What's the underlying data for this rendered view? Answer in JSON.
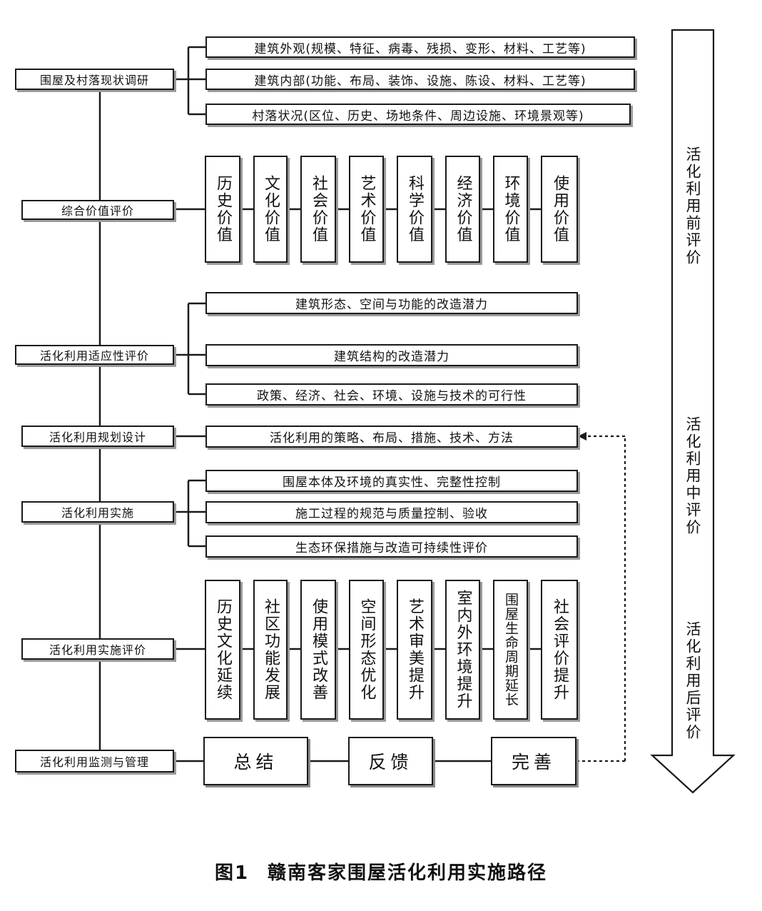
{
  "main_steps": [
    "围屋及村落现状调研",
    "综合价值评价",
    "活化利用适应性评价",
    "活化利用规划设计",
    "活化利用实施",
    "活化利用实施评价",
    "活化利用监测与管理"
  ],
  "survey_items": [
    "建筑外观(规模、特征、病毒、残损、变形、材料、工艺等)",
    "建筑内部(功能、布局、装饰、设施、陈设、材料、工艺等)",
    "村落状况(区位、历史、场地条件、周边设施、环境景观等)"
  ],
  "value_items": [
    "历史价值",
    "文化价值",
    "社会价值",
    "艺术价值",
    "科学价值",
    "经济价值",
    "环境价值",
    "使用价值"
  ],
  "adaptability_items": [
    "建筑形态、空间与功能的改造潜力",
    "建筑结构的改造潜力",
    "政策、经济、社会、环境、设施与技术的可行性"
  ],
  "planning_item": "活化利用的策略、布局、措施、技术、方法",
  "implementation_items": [
    "围屋本体及环境的真实性、完整性控制",
    "施工过程的规范与质量控制、验收",
    "生态环保措施与改造可持续性评价"
  ],
  "evaluation_items": [
    "历史文化延续",
    "社区功能发展",
    "使用模式改善",
    "空间形态优化",
    "艺术审美提升",
    "室内外环境提升",
    "围屋生命周期延长",
    "社会评价提升"
  ],
  "feedback_loop": [
    "总结",
    "反馈",
    "完善"
  ],
  "phases": [
    "活化利用前评价",
    "活化利用中评价",
    "活化利用后评价"
  ],
  "caption": {
    "number": "图1",
    "title": "赣南客家围屋活化利用实施路径"
  }
}
